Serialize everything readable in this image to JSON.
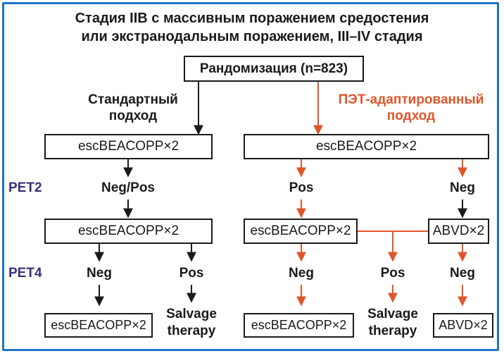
{
  "title": {
    "line1": "Стадия IIB с массивным поражением средостения",
    "line2": "или экстранодальным поражением, III–IV стадия"
  },
  "randomization": "Рандомизация  (n=823)",
  "standard": {
    "label1": "Стандартный",
    "label2": "подход",
    "box1": "escBEACOPP×2",
    "pet2_result": "Neg/Pos",
    "box2": "escBEACOPP×2",
    "pet4_neg": "Neg",
    "pet4_pos": "Pos",
    "final_neg": "escBEACOPP×2",
    "final_pos1": "Salvage",
    "final_pos2": "therapy"
  },
  "adapted": {
    "label1": "ПЭТ-адаптированный",
    "label2": "подход",
    "box1": "escBEACOPP×2",
    "pet2_pos": "Pos",
    "pet2_neg": "Neg",
    "box_pos": "escBEACOPP×2",
    "box_neg": "ABVD×2",
    "pet4_neg_left": "Neg",
    "pet4_pos": "Pos",
    "pet4_neg_right": "Neg",
    "final_left": "escBEACOPP×2",
    "final_mid1": "Salvage",
    "final_mid2": "therapy",
    "final_right": "ABVD×2"
  },
  "pet_labels": {
    "pet2": "PET2",
    "pet4": "PET4"
  },
  "colors": {
    "frame": "#1c74c4",
    "accent": "#e0562a",
    "pet": "#3a2f7a",
    "text": "#1a1a1a"
  }
}
